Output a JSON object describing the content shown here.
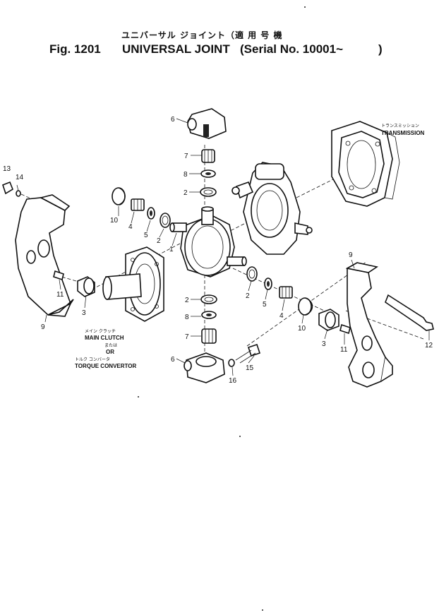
{
  "title": {
    "japanese": "ユニバーサル ジョイント（適 用 号 機",
    "figure": "Fig. 1201",
    "name": "UNIVERSAL JOINT",
    "serial": "(Serial No. 10001~",
    "close_paren": ")"
  },
  "labels": {
    "transmission_jp": "トランスミッション",
    "transmission": "TRANSMISSION",
    "main_clutch_jp": "メイン クラッチ",
    "main_clutch": "MAIN CLUTCH",
    "or_jp": "または",
    "or": "OR",
    "torque_convertor_jp": "トルク コンバータ",
    "torque_convertor": "TORQUE CONVERTOR"
  },
  "callouts": {
    "c6_top": "6",
    "c7_top": "7",
    "c8_top": "8",
    "c2_top": "2",
    "c13": "13",
    "c14": "14",
    "c10_left": "10",
    "c4_left": "4",
    "c5_left": "5",
    "c2_left": "2",
    "c1": "1",
    "c11_left": "11",
    "c3_left": "3",
    "c9_left": "9",
    "c9_right": "9",
    "c2_right": "2",
    "c5_right": "5",
    "c4_right": "4",
    "c10_right": "10",
    "c3_right": "3",
    "c11_right": "11",
    "c12": "12",
    "c2_bottom": "2",
    "c8_bottom": "8",
    "c7_bottom": "7",
    "c6_bottom": "6",
    "c15": "15",
    "c16": "16"
  }
}
